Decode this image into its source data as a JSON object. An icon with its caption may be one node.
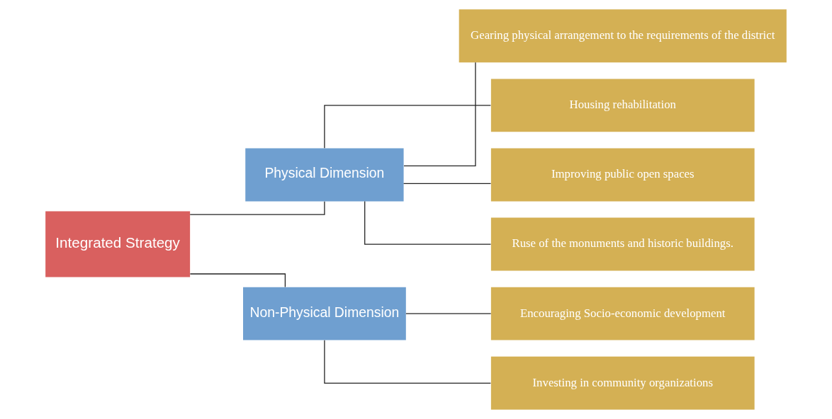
{
  "diagram": {
    "nodes": [
      {
        "text": [
          "Integrated Strategy"
        ]
      },
      {
        "text": [
          "Physical Dimension"
        ]
      },
      {
        "text": [
          "Non-Physical Dimension"
        ]
      },
      {
        "text": [
          "Gearing physical arrangement to the requirements of the district"
        ]
      },
      {
        "text": [
          "Housing rehabilitation"
        ]
      },
      {
        "text": [
          "Improving public open spaces"
        ]
      },
      {
        "text": [
          "Ruse of the monuments and historic buildings."
        ]
      },
      {
        "text": [
          "Encouraging Socio-economic development"
        ]
      },
      {
        "text": [
          "Investing in community organizations"
        ]
      }
    ],
    "edges": [
      {
        "from": 0,
        "to": 1,
        "arrow": "none"
      },
      {
        "from": 0,
        "to": 2,
        "arrow": "none"
      },
      {
        "from": 1,
        "to": 3,
        "arrow": "none"
      },
      {
        "from": 1,
        "to": 4,
        "arrow": "none"
      },
      {
        "from": 1,
        "to": 5,
        "arrow": "none"
      },
      {
        "from": 1,
        "to": 6,
        "arrow": "none"
      },
      {
        "from": 2,
        "to": 7,
        "arrow": "none"
      },
      {
        "from": 2,
        "to": 8,
        "arrow": "none"
      }
    ]
  }
}
